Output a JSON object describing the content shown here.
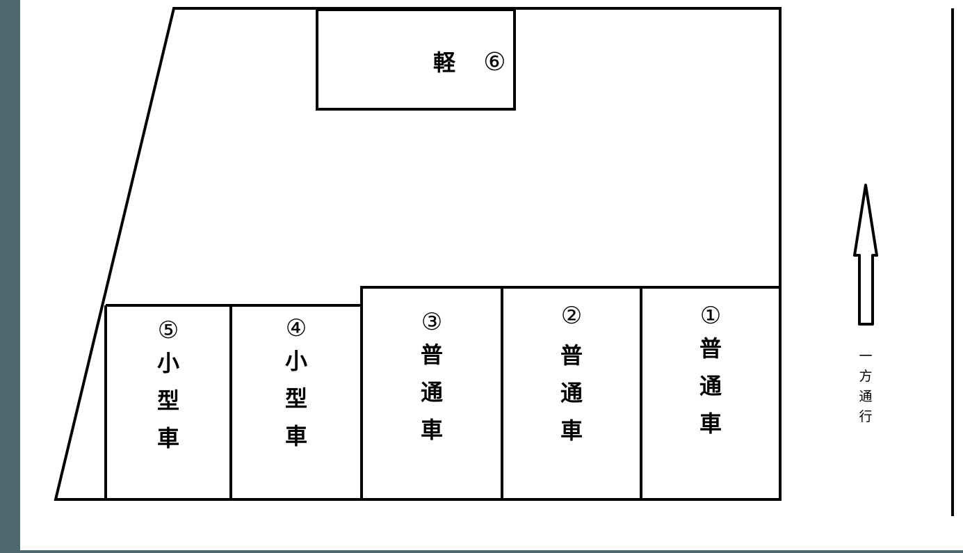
{
  "colors": {
    "frame": "#4e6870",
    "line": "#000000",
    "background": "#ffffff"
  },
  "lot": {
    "spaces": [
      {
        "number": "①",
        "type_chars": [
          "普",
          "通",
          "車"
        ],
        "type": "普通車"
      },
      {
        "number": "②",
        "type_chars": [
          "普",
          "通",
          "車"
        ],
        "type": "普通車"
      },
      {
        "number": "③",
        "type_chars": [
          "普",
          "通",
          "車"
        ],
        "type": "普通車"
      },
      {
        "number": "④",
        "type_chars": [
          "小",
          "型",
          "車"
        ],
        "type": "小型車"
      },
      {
        "number": "⑤",
        "type_chars": [
          "小",
          "型",
          "車"
        ],
        "type": "小型車"
      },
      {
        "number": "⑥",
        "type_chars": [
          "軽"
        ],
        "type": "軽"
      }
    ]
  },
  "road": {
    "direction_label_chars": [
      "一",
      "方",
      "通",
      "行"
    ],
    "direction_label": "一方通行",
    "arrow_icon": "up-arrow-icon"
  }
}
